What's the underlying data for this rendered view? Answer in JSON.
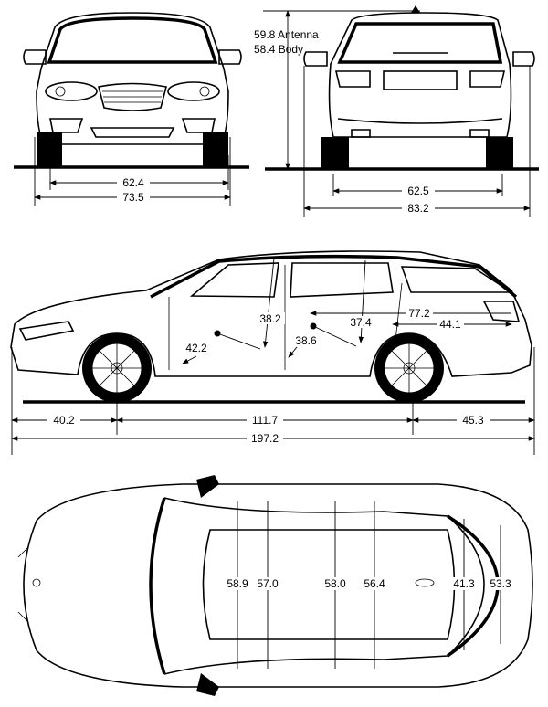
{
  "title": "Car dimensions blueprint",
  "front_view": {
    "track": "62.4",
    "width": "73.5"
  },
  "rear_view": {
    "height_antenna": "59.8 Antenna",
    "height_body": "58.4 Body",
    "track": "62.5",
    "width_mirrors": "83.2"
  },
  "side_view": {
    "front_headroom": "38.2",
    "rear_headroom": "37.4",
    "front_legroom": "42.2",
    "rear_legroom": "38.6",
    "cargo_length_seats_down": "77.2",
    "cargo_length": "44.1",
    "front_overhang": "40.2",
    "wheelbase": "111.7",
    "rear_overhang": "45.3",
    "overall_length": "197.2"
  },
  "top_view": {
    "front_shoulder": "58.9",
    "front_hip": "57.0",
    "rear_shoulder": "58.0",
    "rear_hip": "56.4",
    "cargo_width_wheelwells": "41.3",
    "cargo_width": "53.3"
  }
}
